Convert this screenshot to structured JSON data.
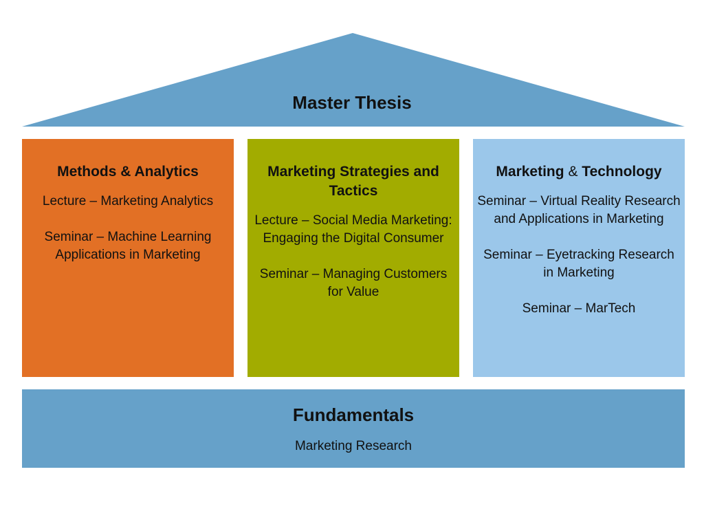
{
  "colors": {
    "roof": "#66a1c9",
    "methods": "#e27025",
    "strategies": "#a2ac00",
    "technology": "#9bc7ea",
    "foundation": "#66a1c9"
  },
  "roof": {
    "title": "Master Thesis"
  },
  "pillars": [
    {
      "title": "Methods & Analytics",
      "courses": [
        "Lecture – Marketing Analytics",
        "Seminar – Machine Learning Applications in Marketing"
      ]
    },
    {
      "title": "Marketing Strategies and Tactics",
      "courses": [
        "Lecture – Social Media Marketing: Engaging the Digital Consumer",
        "Seminar – Managing Customers for Value"
      ]
    },
    {
      "title_parts": [
        "Marketing",
        "&",
        "Technology"
      ],
      "courses": [
        "Seminar – Virtual Reality Research and Applications in Marketing",
        "Seminar – Eyetracking Research in Marketing",
        "Seminar – MarTech"
      ]
    }
  ],
  "foundation": {
    "title": "Fundamentals",
    "subtitle": "Marketing Research"
  }
}
